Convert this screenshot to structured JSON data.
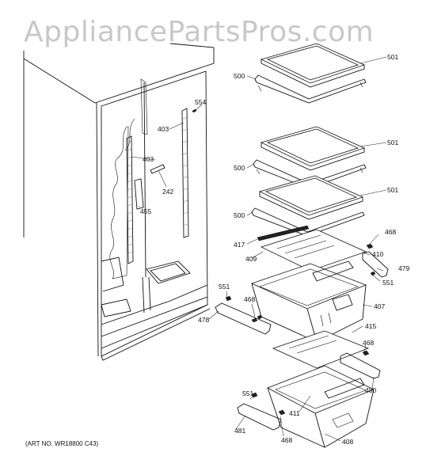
{
  "watermark": "AppliancePartsPros.com",
  "art_number": "(ART NO. WR18800 C43)",
  "callouts": {
    "c554": "554",
    "c403a": "403",
    "c403b": "403",
    "c242": "242",
    "c455": "455",
    "c501a": "501",
    "c500a": "500",
    "c501b": "501",
    "c500b": "500",
    "c501c": "501",
    "c500c": "500",
    "c468a": "468",
    "c417": "417",
    "c410": "410",
    "c409": "409",
    "c479": "479",
    "c551a": "551",
    "c551b": "551",
    "c468b": "468",
    "c407": "407",
    "c478": "478",
    "c415": "415",
    "c468c": "468",
    "c480": "480",
    "c551c": "551",
    "c411": "411",
    "c481": "481",
    "c468d": "468",
    "c408": "408"
  }
}
